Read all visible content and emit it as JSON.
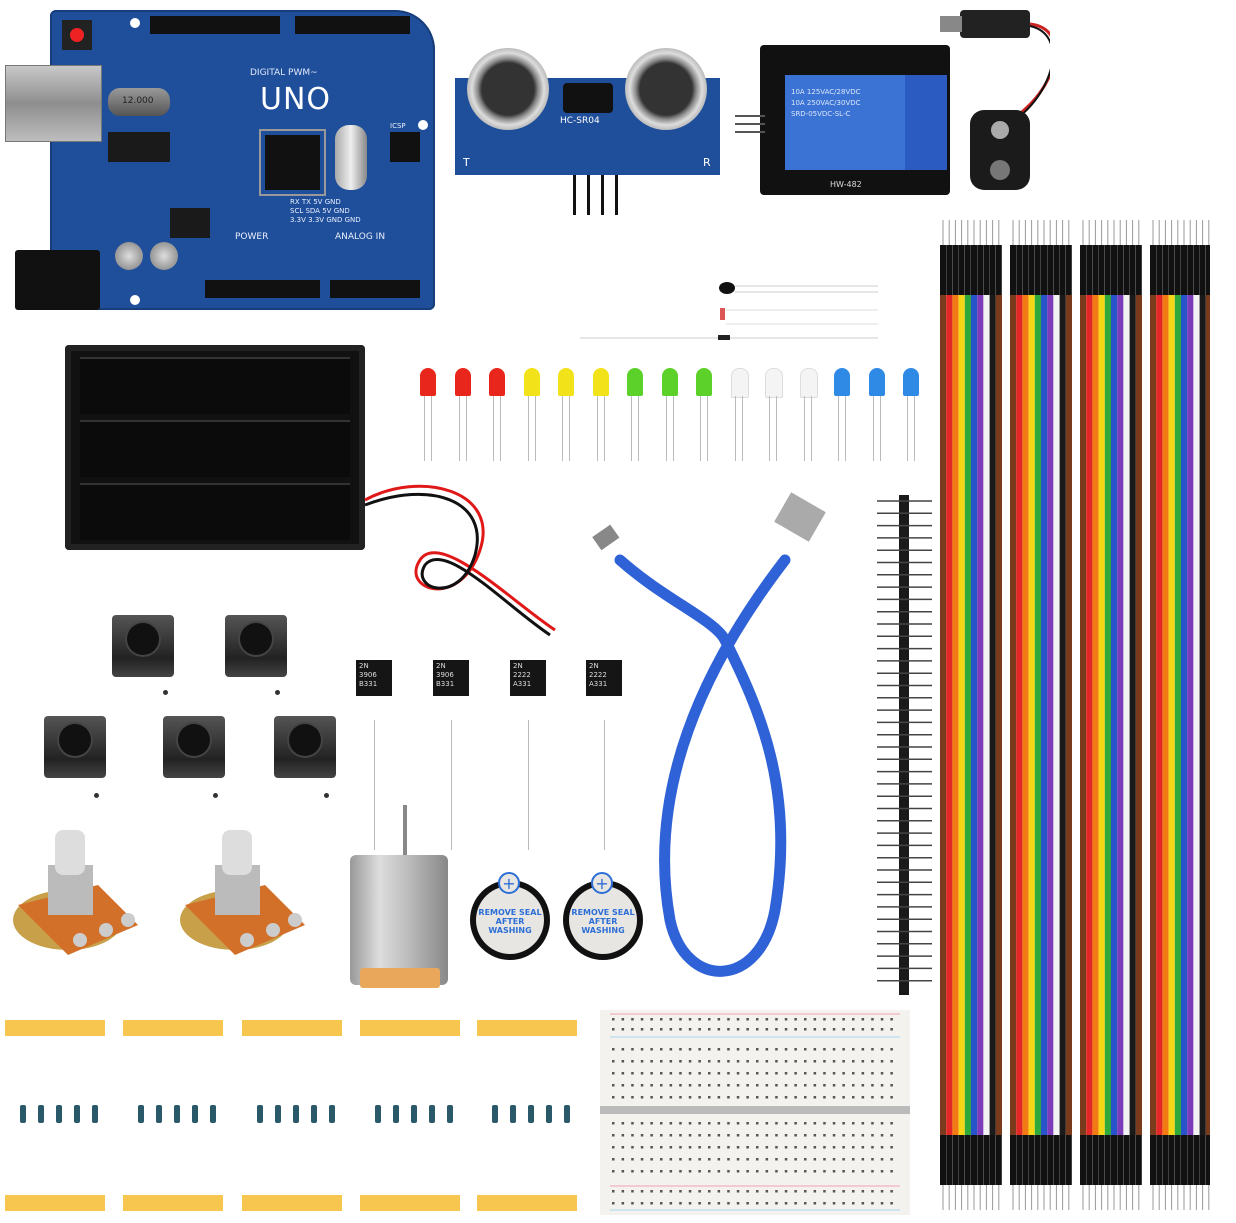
{
  "image": {
    "subject": "Arduino UNO starter kit components",
    "background": "#ffffff"
  },
  "arduino_board": {
    "label": "UNO",
    "header_text": "DIGITAL PWM~",
    "power_label": "POWER",
    "analog_label": "ANALOG IN",
    "icsp_label": "ICSP",
    "pin_labels": [
      "RX",
      "TX",
      "5V",
      "GND",
      "SCL",
      "SDA",
      "5V",
      "GND",
      "3.3V",
      "3.3V",
      "GND",
      "GND"
    ],
    "crystal_text": "12.000",
    "board_color": "#1f4f9a"
  },
  "ultrasonic_sensor": {
    "model": "HC-SR04",
    "left_label": "T",
    "right_label": "R"
  },
  "relay_module": {
    "model": "HW-482",
    "relay_lines": [
      "10A 125VAC/28VDC",
      "10A 250VAC/30VDC",
      "SRD-05VDC-SL-C"
    ],
    "relay_color": "#3a73d4"
  },
  "leds": {
    "colors": [
      "#e8261b",
      "#e8261b",
      "#e8261b",
      "#f2e21a",
      "#f2e21a",
      "#f2e21a",
      "#5bd12a",
      "#5bd12a",
      "#5bd12a",
      "#f4f4f4",
      "#f4f4f4",
      "#f4f4f4",
      "#2f8ae6",
      "#2f8ae6",
      "#2f8ae6"
    ]
  },
  "transistors": [
    {
      "lines": [
        "2N",
        "3906",
        "B331"
      ]
    },
    {
      "lines": [
        "2N",
        "3906",
        "B331"
      ]
    },
    {
      "lines": [
        "2N",
        "2222",
        "A331"
      ]
    },
    {
      "lines": [
        "2N",
        "2222",
        "A331"
      ]
    }
  ],
  "buzzers": [
    {
      "plus": "+",
      "text": "REMOVE SEAL AFTER WASHING"
    },
    {
      "plus": "+",
      "text": "REMOVE SEAL AFTER WASHING"
    }
  ],
  "push_buttons": {
    "count": 5
  },
  "potentiometers": {
    "count": 2
  },
  "resistor_packs": {
    "count": 5,
    "per_pack": 5
  },
  "jumper_wire_colors": [
    "#7a3b1c",
    "#e32626",
    "#f27a14",
    "#f5d617",
    "#2fa83c",
    "#2754c9",
    "#7c3bb8",
    "#f2f2f2",
    "#1a1a1a"
  ]
}
